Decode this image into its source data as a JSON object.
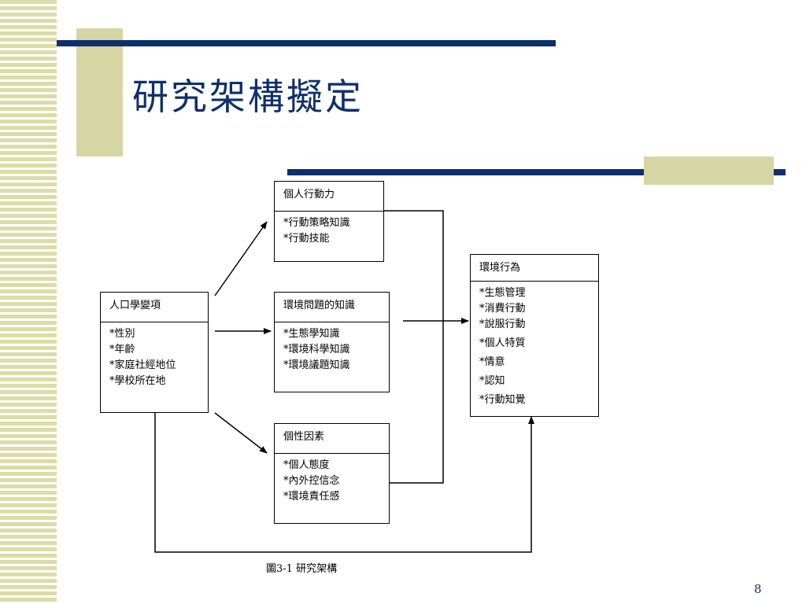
{
  "slide": {
    "title": "研究架構擬定",
    "page_number": "8",
    "accent_color": "#0e2f6b",
    "stripe_color": "#dcdca8"
  },
  "diagram": {
    "caption": "圖3-1  研究架構",
    "boxes": {
      "demographics": {
        "title": "人口學變項",
        "items": [
          "*性別",
          "*年齡",
          "*家庭社經地位",
          "*學校所在地"
        ]
      },
      "individual_action": {
        "title": "個人行動力",
        "items": [
          "*行動策略知識",
          "*行動技能"
        ]
      },
      "issue_knowledge": {
        "title": "環境問題的知識",
        "items": [
          "*生態學知識",
          "*環境科學知識",
          "*環境議題知識"
        ]
      },
      "personality": {
        "title": "個性因素",
        "items": [
          "*個人態度",
          "*內外控信念",
          "*環境責任感"
        ]
      },
      "env_behavior": {
        "title": "環境行為",
        "items": [
          "*生態管理",
          "*消費行動",
          "*說服行動",
          "*個人特質",
          "*情意",
          "*認知",
          "*行動知覺"
        ]
      }
    }
  }
}
